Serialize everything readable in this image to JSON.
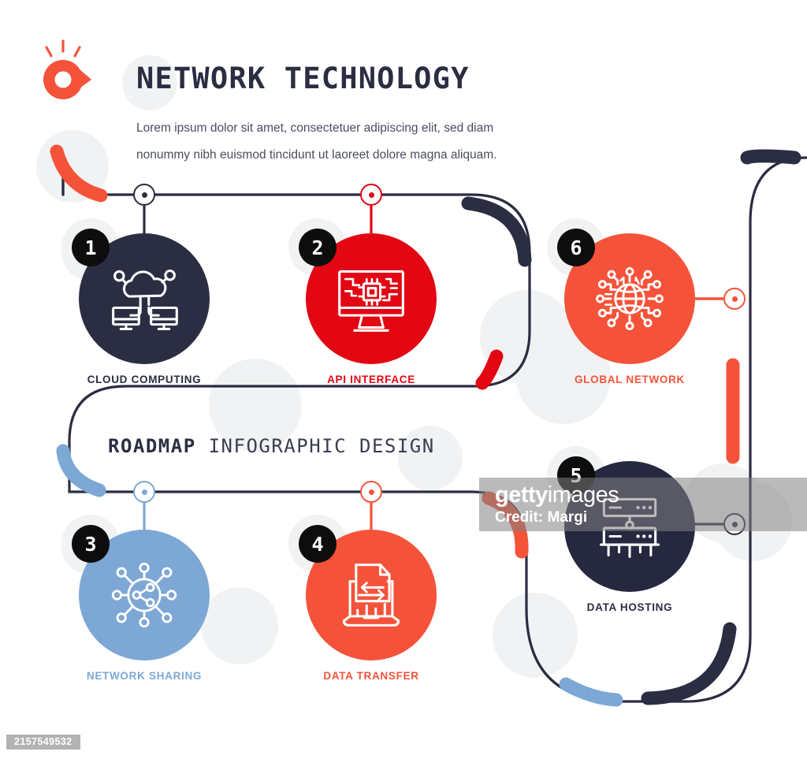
{
  "header": {
    "title": "NETWORK TECHNOLOGY",
    "subtitle_line_1": "Lorem ipsum dolor sit amet, consectetuer adipiscing elit, sed diam",
    "subtitle_line_2": "nonummy nibh euismod tincidunt ut laoreet dolore magna aliquam.",
    "logo_icon": "location-pin-signal-icon"
  },
  "roadmap_heading": {
    "strong": "ROADMAP",
    "light": "INFOGRAPHIC DESIGN"
  },
  "palette": {
    "navy": "#2b2d42",
    "navy_dark": "#262840",
    "crimson": "#e30613",
    "coral": "#f4533a",
    "steel_blue": "#7da7d4",
    "badge_black": "#0d0d0d",
    "blob_grey": "#f1f2f3",
    "white": "#ffffff",
    "body_text": "#4a4d5e"
  },
  "nodes": [
    {
      "number": "1",
      "label": "CLOUD COMPUTING",
      "icon": "cloud-computing-icon",
      "circle_color": "#2b2d42",
      "label_color": "#2b2d42",
      "marker_color": "#2b2d42"
    },
    {
      "number": "2",
      "label": "API INTERFACE",
      "icon": "monitor-chip-icon",
      "circle_color": "#e30613",
      "label_color": "#e30613",
      "marker_color": "#e30613"
    },
    {
      "number": "3",
      "label": "NETWORK SHARING",
      "icon": "network-share-nodes-icon",
      "circle_color": "#7da7d4",
      "label_color": "#7da7d4",
      "marker_color": "#7da7d4"
    },
    {
      "number": "4",
      "label": "DATA TRANSFER",
      "icon": "laptop-file-transfer-icon",
      "circle_color": "#f4533a",
      "label_color": "#f4533a",
      "marker_color": "#f4533a"
    },
    {
      "number": "5",
      "label": "DATA HOSTING",
      "icon": "server-rack-icon",
      "circle_color": "#262840",
      "label_color": "#2b2d42",
      "marker_color": "#2b2d42"
    },
    {
      "number": "6",
      "label": "GLOBAL NETWORK",
      "icon": "globe-network-icon",
      "circle_color": "#f4533a",
      "label_color": "#f4533a",
      "marker_color": "#f4533a"
    }
  ],
  "watermark": {
    "logo_bold": "getty",
    "logo_light": "images",
    "credit": "Credit: Margi",
    "asset_id": "2157549532"
  }
}
